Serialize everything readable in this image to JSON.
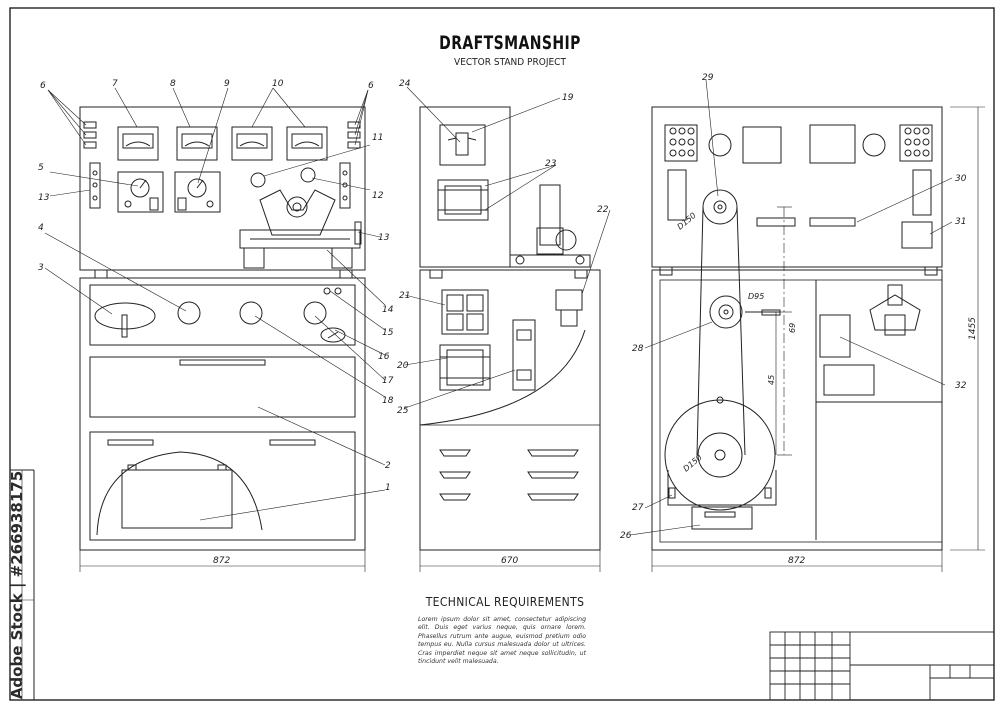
{
  "header": {
    "title": "DRAFTSMANSHIP",
    "subtitle": "VECTOR STAND PROJECT"
  },
  "requirements": {
    "title": "TECHNICAL REQUIREMENTS",
    "body": "Lorem ipsum dolor sit amet, consectetur adipiscing elit. Duis eget varius neque, quis ornare lorem. Phasellus rutrum ante augue, euismod pretium odio tempus eu. Nulla cursus malesuada dolor ut ultrices. Cras imperdiet neque sit amet neque sollicitudin, ut tincidunt velit malesuada."
  },
  "watermark": "Adobe Stock | #266938175",
  "dimensions": {
    "front_width": "872",
    "side_width": "670",
    "back_width": "872",
    "height": "1455",
    "d150_top": "D150",
    "d95": "D95",
    "d150_bottom": "D150",
    "dim_69": "69",
    "dim_45": "45"
  },
  "callouts": {
    "c1": "1",
    "c2": "2",
    "c3": "3",
    "c4": "4",
    "c5": "5",
    "c6a": "6",
    "c6b": "6",
    "c7": "7",
    "c8": "8",
    "c9": "9",
    "c10": "10",
    "c11": "11",
    "c12": "12",
    "c13a": "13",
    "c13b": "13",
    "c14": "14",
    "c15": "15",
    "c16": "16",
    "c17": "17",
    "c18": "18",
    "c19": "19",
    "c20": "20",
    "c21": "21",
    "c22": "22",
    "c23": "23",
    "c24": "24",
    "c25": "25",
    "c26": "26",
    "c27": "27",
    "c28": "28",
    "c29": "29",
    "c30": "30",
    "c31": "31",
    "c32": "32"
  }
}
